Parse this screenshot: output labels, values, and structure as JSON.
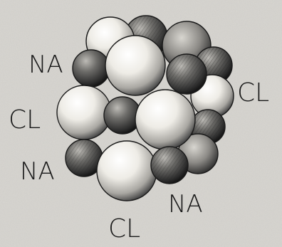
{
  "diagram": {
    "labels": [
      {
        "id": "na-top-left",
        "text": "NA"
      },
      {
        "id": "cl-right",
        "text": "CL"
      },
      {
        "id": "cl-left",
        "text": "CL"
      },
      {
        "id": "na-left",
        "text": "NA"
      },
      {
        "id": "na-bottom-right",
        "text": "NA"
      },
      {
        "id": "cl-bottom",
        "text": "CL"
      }
    ],
    "colors": {
      "background": "#d6d4cf",
      "sodium_ion": "#5a5a5a",
      "chloride_ion": "#f2f0ea",
      "outline": "#1a1a1a"
    }
  }
}
